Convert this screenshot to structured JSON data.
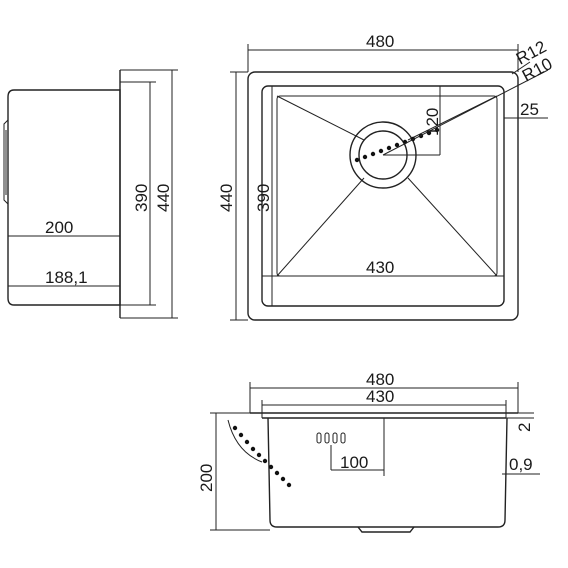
{
  "top_view": {
    "width_outer": "480",
    "width_inner": "430",
    "height_outer": "440",
    "height_inner": "390",
    "outer_radius": "R12",
    "inner_radius": "R10",
    "drain_offset": "120",
    "rim_width": "25"
  },
  "side_view": {
    "height_outer": "440",
    "height_inner": "390",
    "depth_top": "200",
    "depth_bottom": "188,1"
  },
  "front_view": {
    "width_outer": "480",
    "width_inner": "430",
    "depth": "200",
    "overflow_offset": "100",
    "rim_thickness": "2",
    "wall_thickness": "0,9"
  }
}
